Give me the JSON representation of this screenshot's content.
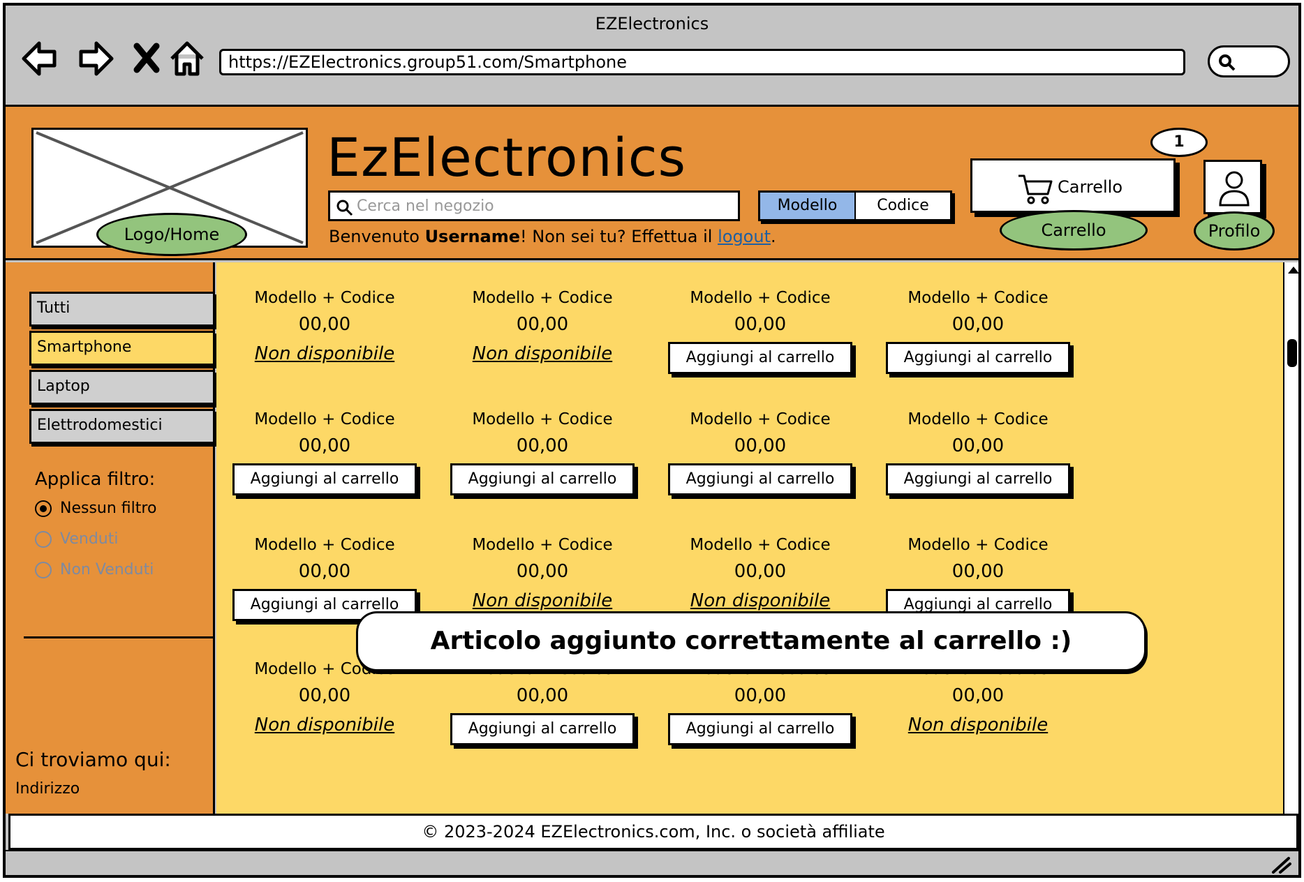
{
  "window": {
    "title": "EZElectronics"
  },
  "browser": {
    "url": "https://EZElectronics.group51.com/Smartphone"
  },
  "header": {
    "brand": "EzElectronics",
    "logo_label": "Logo/Home",
    "search_placeholder": "Cerca nel negozio",
    "search_modes": [
      "Modello",
      "Codice"
    ],
    "selected_mode": "Modello",
    "welcome_prefix": "Benvenuto ",
    "username": "Username",
    "welcome_middle": "! Non sei tu? Effettua il ",
    "logout_link": "logout",
    "welcome_suffix": ".",
    "cart_button": "Carrello",
    "cart_count": "1",
    "cart_label": "Carrello",
    "profile_label": "Profilo"
  },
  "sidebar": {
    "categories": [
      "Tutti",
      "Smartphone",
      "Laptop",
      "Elettrodomestici"
    ],
    "active_category": "Smartphone",
    "filter_title": "Applica filtro:",
    "filters": [
      {
        "label": "Nessun filtro",
        "selected": true,
        "enabled": true
      },
      {
        "label": "Venduti",
        "selected": false,
        "enabled": false
      },
      {
        "label": "Non Venduti",
        "selected": false,
        "enabled": false
      }
    ],
    "location_title": "Ci troviamo qui:",
    "location_address": "Indirizzo"
  },
  "products": {
    "item_title": "Modello + Codice",
    "item_price": "00,00",
    "add_label": "Aggiungi al carrello",
    "unavailable_label": "Non disponibile",
    "rows": [
      [
        "na",
        "na",
        "add",
        "add"
      ],
      [
        "add",
        "add",
        "add",
        "add"
      ],
      [
        "add",
        "na",
        "na",
        "add"
      ],
      [
        "na",
        "add",
        "add",
        "na"
      ]
    ]
  },
  "toast": {
    "message": "Articolo aggiunto correttamente al carrello :)"
  },
  "footer": {
    "text": "© 2023-2024 EZElectronics.com, Inc. o società affiliate"
  },
  "colors": {
    "header": "#e6913a",
    "main": "#fdd866",
    "oval": "#93c47d",
    "selected_tab": "#93b7e8"
  }
}
